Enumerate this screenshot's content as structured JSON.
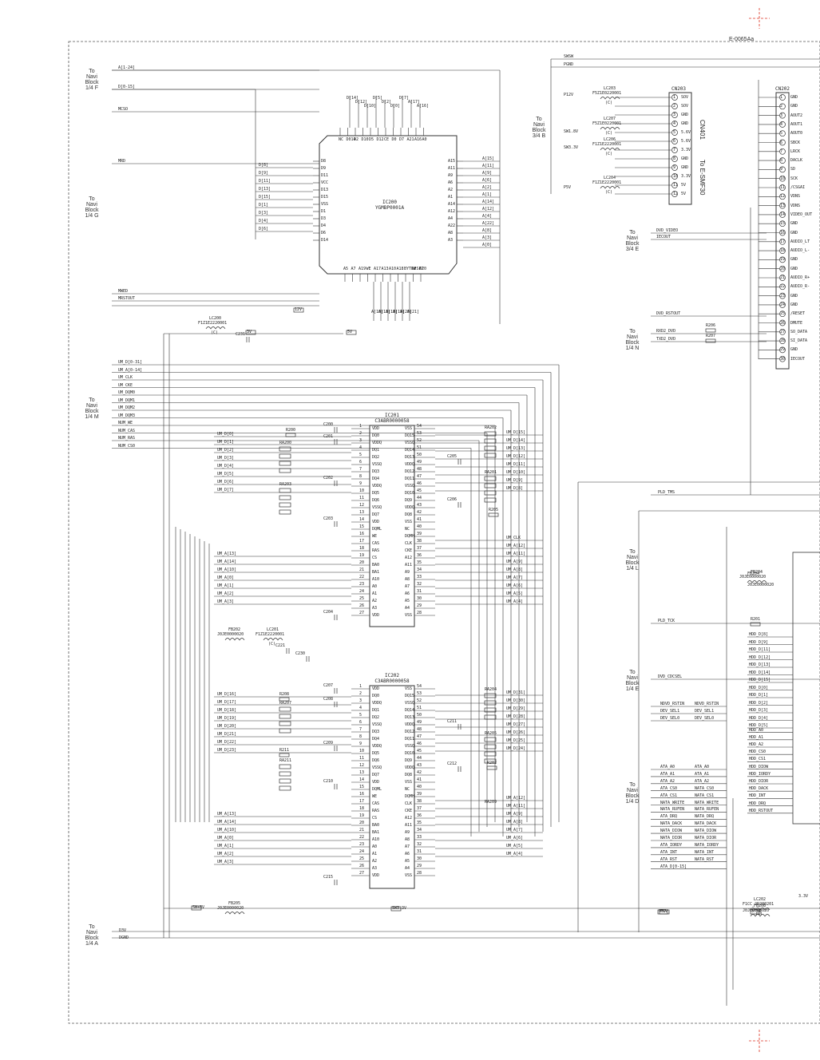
{
  "sheet_id": "E-0065Aa",
  "navi_refs": [
    {
      "label": "To\nNavi\nBlock\n1/4 F"
    },
    {
      "label": "To\nNavi\nBlock\n1/4 G"
    },
    {
      "label": "To\nNavi\nBlock\n1/4 M"
    },
    {
      "label": "To\nNavi\nBlock\n1/4 A"
    },
    {
      "label": "To\nNavi\nBlock\n3/4 B"
    },
    {
      "label": "To\nNavi\nBlock\n3/4 E"
    },
    {
      "label": "To\nNavi\nBlock\n1/4 N"
    },
    {
      "label": "To\nNavi\nBlock\n1/4 L"
    },
    {
      "label": "To\nNavi\nBlock\n1/4 E"
    },
    {
      "label": "To\nNavi\nBlock\n1/4 D"
    }
  ],
  "ic200": {
    "ref": "IC200",
    "part": "YGMBP0001A"
  },
  "ic201": {
    "ref": "IC201",
    "part": "C3ABR0000058"
  },
  "ic202": {
    "ref": "IC202",
    "part": "C3ABR0000058"
  },
  "cn203": {
    "ref": "CN203",
    "label": "To E-SMF30",
    "conn": "CN401",
    "pins": [
      "1",
      "2",
      "3",
      "4",
      "5",
      "6",
      "7",
      "8",
      "9",
      "10",
      "11",
      "12"
    ],
    "names": [
      "SOV",
      "SOV",
      "GND",
      "GND",
      "5.6V",
      "5.6V",
      "3.3V",
      "GND",
      "GND",
      "3.3V",
      "5V",
      "5V"
    ]
  },
  "cn202": {
    "ref": "CN202",
    "pins": [
      "1",
      "2",
      "3",
      "4",
      "5",
      "6",
      "7",
      "8",
      "9",
      "10",
      "11",
      "12",
      "13",
      "14",
      "15",
      "16",
      "17",
      "18",
      "19",
      "20",
      "21",
      "22",
      "23",
      "24",
      "25",
      "26",
      "27",
      "28",
      "29",
      "30"
    ],
    "names": [
      "GND",
      "GND",
      "AOUT2",
      "AOUT1",
      "AOUT0",
      "SBCK",
      "LRCK",
      "DACLK",
      "SD",
      "SCK",
      "/CSGAI",
      "VDNS",
      "VDNS",
      "VIDEO_OUT",
      "GND",
      "GND",
      "AUDIO_LT",
      "AUDIO_L-",
      "GND",
      "GND",
      "AUDIO_R+",
      "AUDIO_R-",
      "GND",
      "GND",
      "/RESET",
      "DMUTE",
      "SO_DATA",
      "SI_DATA",
      "GND",
      "IECOUT"
    ]
  },
  "ic200_left": [
    "D8",
    "D9",
    "D11",
    "VCC",
    "D13",
    "D15",
    "VSS",
    "D1",
    "D3",
    "D4",
    "D6",
    "D14"
  ],
  "ic200_right": [
    "A15",
    "A11",
    "A9",
    "A6",
    "A2",
    "A1",
    "A14",
    "A12",
    "A4",
    "A22",
    "A8",
    "A3"
  ],
  "ic200_top": [
    "NC",
    "D014",
    "D2",
    "D10",
    "D5",
    "D12",
    "CE",
    "D0",
    "D7",
    "A21",
    "A16",
    "A0"
  ],
  "ic200_bottom": [
    "A5",
    "A7",
    "A19",
    "WE",
    "A17",
    "A13",
    "A10",
    "A18",
    "BYTE#",
    "RESET",
    "A20"
  ],
  "ic200_top_nets": [
    "D[14]",
    "D[12]",
    "D[10]",
    "D[5]",
    "D[2]",
    "D[0]",
    "D[7]",
    "A[17]",
    "A[16]"
  ],
  "ic200_left_nets": [
    "D[8]",
    "D[9]",
    "D[11]",
    "D[13]",
    "D[15]",
    "D[1]",
    "D[3]",
    "D[4]",
    "D[6]"
  ],
  "ic200_right_nets": [
    "A[15]",
    "A[11]",
    "A[9]",
    "A[6]",
    "A[2]",
    "A[1]",
    "A[14]",
    "A[12]",
    "A[4]",
    "A[22]",
    "A[8]",
    "A[3]",
    "A[0]"
  ],
  "ic200_bottom_nets": [
    "A[10]",
    "A[13]",
    "A[18]",
    "A[19]",
    "A[20]",
    "A[21]"
  ],
  "flash_nets": [
    "A[1-24]",
    "D[0-15]",
    "MCSO",
    "MRD",
    "MWED",
    "MRSTOUT"
  ],
  "sdram_bus": [
    "UM_D[0-31]",
    "UM_A[0-14]",
    "UM_CLK",
    "UM_CKE",
    "UM_DQM0",
    "UM_DQM1",
    "UM_DQM2",
    "UM_DQM3",
    "NUM_WE",
    "NUM_CAS",
    "NUM_RAS",
    "NUM_CS0"
  ],
  "sdram1_left_pins": [
    "VDD",
    "DQ0",
    "VDDQ",
    "DQ1",
    "DQ2",
    "VSSQ",
    "DQ3",
    "DQ4",
    "VDDQ",
    "DQ5",
    "DQ6",
    "VSSQ",
    "DQ7",
    "VDD",
    "DQML",
    "WE",
    "CAS",
    "RAS",
    "CS",
    "BA0",
    "BA1",
    "A10",
    "A0",
    "A1",
    "A2",
    "A3",
    "VDD"
  ],
  "sdram1_right_pins": [
    "VSS",
    "DQ15",
    "VSSQ",
    "DQ14",
    "DQ13",
    "VDDQ",
    "DQ12",
    "DQ11",
    "VSSQ",
    "DQ10",
    "DQ9",
    "VDDQ",
    "DQ8",
    "VSS",
    "NC",
    "DQMH",
    "CLK",
    "CKE",
    "A12",
    "A11",
    "A9",
    "A8",
    "A7",
    "A6",
    "A5",
    "A4",
    "VSS"
  ],
  "sdram1_left_nets": [
    "UM_D[0]",
    "UM_D[1]",
    "UM_D[2]",
    "UM_D[3]",
    "UM_D[4]",
    "UM_D[5]",
    "UM_D[6]",
    "UM_D[7]",
    "UM_A[13]",
    "UM_A[14]",
    "UM_A[10]",
    "UM_A[0]",
    "UM_A[1]",
    "UM_A[2]",
    "UM_A[3]"
  ],
  "sdram1_right_nets": [
    "UM_D[15]",
    "UM_D[14]",
    "UM_D[13]",
    "UM_D[12]",
    "UM_D[11]",
    "UM_D[10]",
    "UM_D[9]",
    "UM_D[8]",
    "UM_CLK",
    "UM_A[12]",
    "UM_A[11]",
    "UM_A[9]",
    "UM_A[8]",
    "UM_A[7]",
    "UM_A[6]",
    "UM_A[5]",
    "UM_A[4]"
  ],
  "sdram2_left_nets": [
    "UM_D[16]",
    "UM_D[17]",
    "UM_D[18]",
    "UM_D[19]",
    "UM_D[20]",
    "UM_D[21]",
    "UM_D[22]",
    "UM_D[23]",
    "UM_A[13]",
    "UM_A[14]",
    "UM_A[10]",
    "UM_A[0]",
    "UM_A[1]",
    "UM_A[2]",
    "UM_A[3]"
  ],
  "sdram2_right_nets": [
    "UM_D[31]",
    "UM_D[30]",
    "UM_D[29]",
    "UM_D[28]",
    "UM_D[27]",
    "UM_D[26]",
    "UM_D[25]",
    "UM_D[24]",
    "UM_A[12]",
    "UM_A[11]",
    "UM_A[9]",
    "UM_A[8]",
    "UM_A[7]",
    "UM_A[6]",
    "UM_A[5]",
    "UM_A[4]"
  ],
  "resistor_arrays": [
    "RA200",
    "RA203",
    "RA207",
    "RA211",
    "RA202",
    "RA201",
    "RA204",
    "RA205"
  ],
  "resistors": [
    "R200",
    "R201",
    "R202",
    "R205",
    "R206",
    "R207",
    "R208",
    "R211"
  ],
  "caps": [
    "C200",
    "C201",
    "C202",
    "C203",
    "C204",
    "C205",
    "C206",
    "C207",
    "C208",
    "C209",
    "C210",
    "C211",
    "C212",
    "C215",
    "C221",
    "C230",
    "C231"
  ],
  "inductors": [
    {
      "ref": "LC200",
      "part": "F1Z1E2220001",
      "note": "(C)"
    },
    {
      "ref": "LC201",
      "part": "F1Z1E2220001",
      "note": "(C)"
    },
    {
      "ref": "LC203",
      "part": "F5Z1E0220001",
      "note": "(C)"
    },
    {
      "ref": "LC207",
      "part": "F5Z1E0220001",
      "note": "(C)"
    },
    {
      "ref": "LC206",
      "part": "F1Z1E2220001",
      "note": "(C)"
    },
    {
      "ref": "LC204",
      "part": "F1Z1E2220001",
      "note": "(C)"
    },
    {
      "ref": "LC202",
      "part": "F1CC_2R200201",
      "note": "(C)"
    },
    {
      "ref": "FB202",
      "part": "J0JE0000020",
      "note": ""
    },
    {
      "ref": "FB205",
      "part": "J0JE0000020",
      "note": ""
    },
    {
      "ref": "FB204",
      "part": "J0JE0000020",
      "note": ""
    },
    {
      "ref": "FB208",
      "part": "J0JE0000020",
      "note": ""
    }
  ],
  "power_nets": [
    "3V",
    "5V",
    "12V",
    "SW+8V",
    "SW3.3V",
    "P5V",
    "PCV",
    "3.3V",
    "D3V",
    "DGND"
  ],
  "power_labels": [
    "SWSW",
    "PGND",
    "P12V",
    "SW1.8V",
    "SW3.3V",
    "P5V"
  ],
  "dvd_nets": [
    "DVD_VIDEO",
    "IECOUT",
    "RXD2_DVD",
    "TXD2_DVD",
    "DVD_RSTOUT"
  ],
  "pld_nets": [
    "PLD_TMS",
    "PLD_TCK",
    "DVD_CDCSEL"
  ],
  "ata_left": [
    "NDVD_RSTIN",
    "DEV_SEL1",
    "DEV_SEL0",
    "ATA_A0",
    "ATA_A1",
    "ATA_A2",
    "ATA_CS0",
    "ATA_CS1",
    "NATA_WRITE",
    "NATA_RUFEN",
    "ATA_DRQ",
    "NATA_DACK",
    "NATA_DIOW",
    "NATA_DIOR",
    "ATA_IORDY",
    "ATA_INT",
    "ATA_RST",
    "ATA_D[0-15]"
  ],
  "ata_right": [
    "NDVD_RSTIN",
    "DEV_SEL1",
    "DEV_SEL0",
    "ATA_A0",
    "ATA_A1",
    "ATA_A2",
    "NATA_CS0",
    "NATA_CS1",
    "NATA_WRITE",
    "NATA_RUFEN",
    "NATA_DRQ",
    "NATA_DACK",
    "NATA_DIOW",
    "NATA_DIOR",
    "NATA_IORDY",
    "NATA_INT",
    "NATA_RST"
  ],
  "hdd_nets": [
    "HDD_D[8]",
    "HDD_D[9]",
    "HDD_D[11]",
    "HDD_D[12]",
    "HDD_D[13]",
    "HDD_D[14]",
    "HDD_D[15]",
    "HDD_D[0]",
    "HDD_D[1]",
    "HDD_D[2]",
    "HDD_D[3]",
    "HDD_D[4]",
    "HDD_D[5]",
    "HDD_A0",
    "HDD_A1",
    "HDD_A2",
    "HDD_CS0",
    "HDD_CS1",
    "HDD_DIOW",
    "HDD_IORDY",
    "HDD_DIOR",
    "HDD_DACK",
    "HDD_INT",
    "HDD_DRQ",
    "HDD_RSTOUT"
  ],
  "misc_labels": [
    "RA209",
    "FB204",
    "3.3V",
    "J0JE0000020"
  ]
}
